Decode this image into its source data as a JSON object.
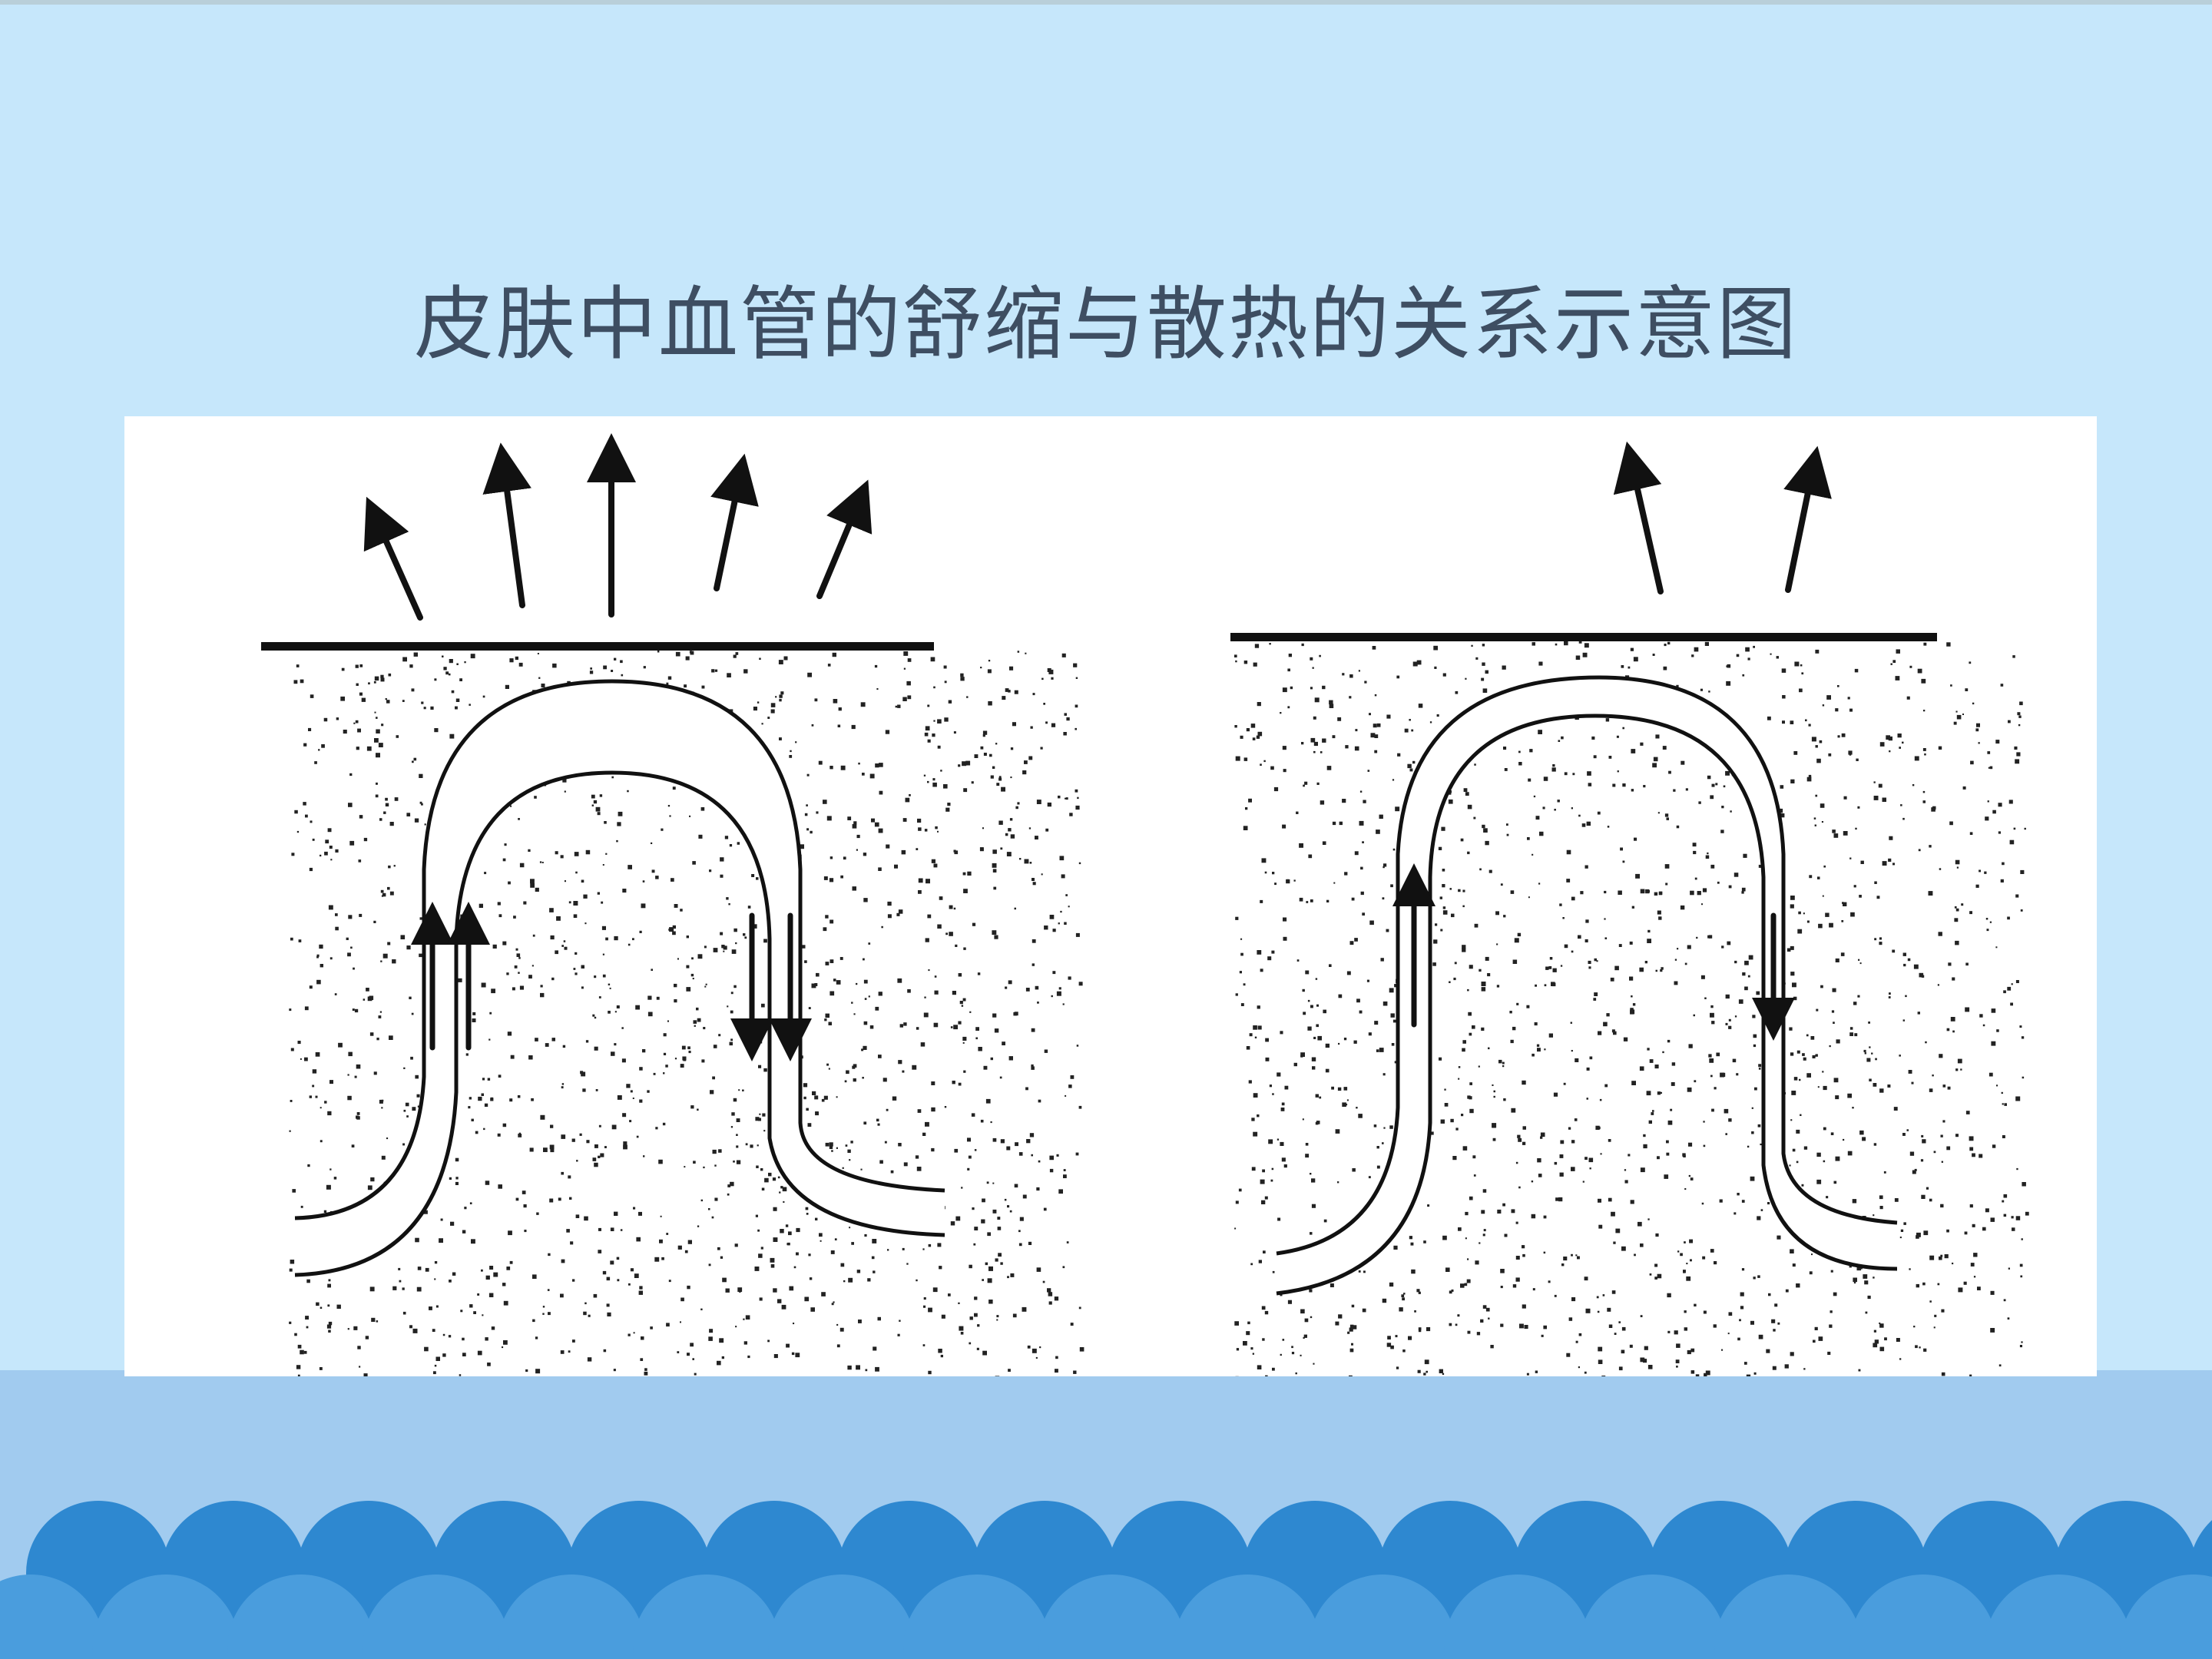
{
  "title": "皮肤中血管的舒缩与散热的关系示意图",
  "colors": {
    "background": "#c6e7fb",
    "band": "#a1cbef",
    "wave_dark": "#2e88d0",
    "wave_light": "#4a9ddd",
    "title_text": "#3e4e62",
    "panel": "#ffffff",
    "ink": "#111111"
  },
  "diagrams": [
    {
      "id": "dilated-vessel",
      "heat_arrow_count": 5,
      "flow_arrows_up": 2,
      "flow_arrows_down": 2
    },
    {
      "id": "constricted-vessel",
      "heat_arrow_count": 2,
      "flow_arrows_up": 1,
      "flow_arrows_down": 1
    }
  ]
}
